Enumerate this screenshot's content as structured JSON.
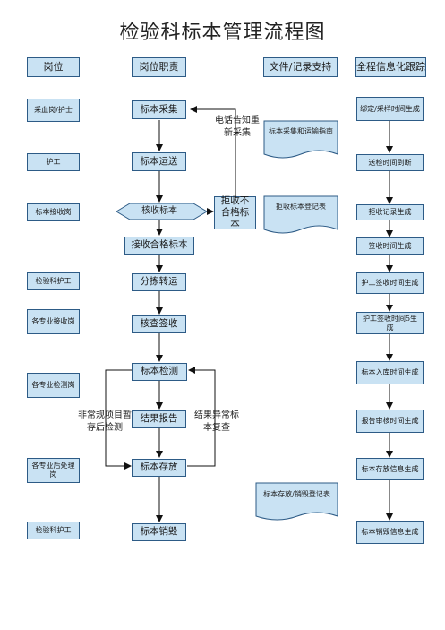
{
  "title": "检验科标本管理流程图",
  "headers": {
    "post": "岗位",
    "duty": "岗位职责",
    "docs": "文件/记录支持",
    "info": "全程信息化跟踪"
  },
  "roles": {
    "r1": "采血岗/护士",
    "r2": "护工",
    "r3": "标本接收岗",
    "r4": "检验科护工",
    "r5": "各专业接收岗",
    "r6": "各专业检测岗",
    "r7": "各专业后处理岗",
    "r8": "检验科护工"
  },
  "steps": {
    "collect": "标本采集",
    "transport": "标本运送",
    "receive": "核收标本",
    "reject": "拒收不合格标本",
    "accept": "接收合格标本",
    "sort": "分拣转运",
    "verify": "核查签收",
    "test": "标本检测",
    "report": "结果报告",
    "store": "标本存放",
    "destroy": "标本销毁"
  },
  "notes": {
    "phone": "电话告知重新采集",
    "irregular": "非常规项目暂存后检测",
    "abnormal": "结果异常标本复查"
  },
  "documents": {
    "d1": "标本采集和运输指南",
    "d2": "拒收标本登记表",
    "d3": "标本存放/销毁登记表"
  },
  "tracking": {
    "t1": "绑定/采样时间生成",
    "t2": "送检时间到断",
    "t3": "拒收记录生成",
    "t4": "签收时间生成",
    "t5": "护工签收时间生成",
    "t6": "护工签收时间5生成",
    "t7": "标本入库时间生成",
    "t8": "报告审核时间生成",
    "t9": "标本存放信息生成",
    "t10": "标本销毁信息生成"
  },
  "colors": {
    "fill": "#c9e2f3",
    "stroke": "#2d5b86",
    "line": "#111111"
  }
}
